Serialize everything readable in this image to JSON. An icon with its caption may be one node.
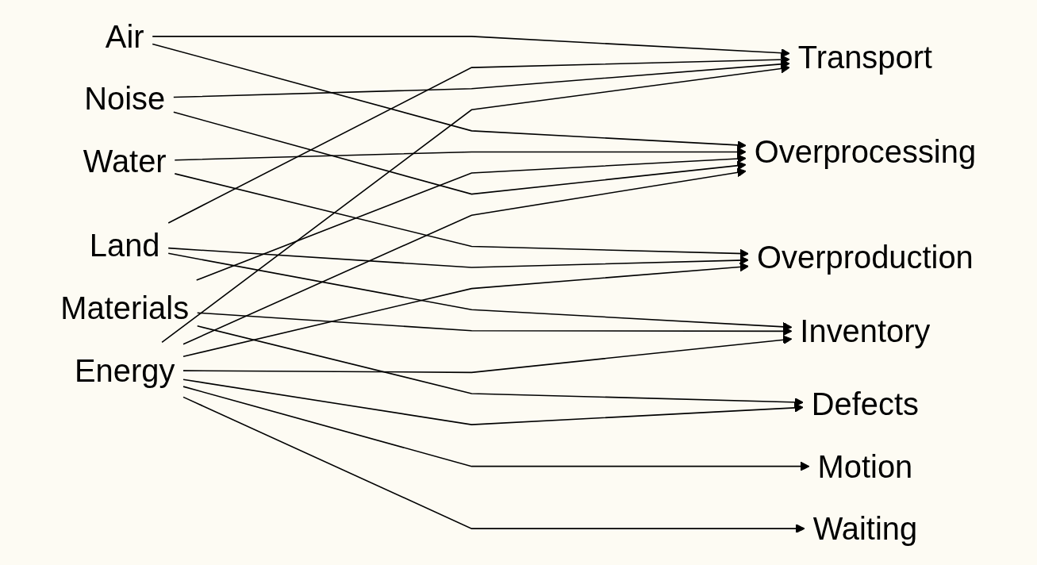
{
  "diagram": {
    "nodes": [
      {
        "text": [
          "Air"
        ]
      },
      {
        "text": [
          "Water"
        ]
      },
      {
        "text": [
          "Land"
        ]
      },
      {
        "text": [
          "Materials"
        ]
      },
      {
        "text": [
          "Noise"
        ]
      },
      {
        "text": [
          "Energy"
        ]
      },
      {
        "text": [
          "Transport"
        ]
      },
      {
        "text": [
          "Inventory"
        ]
      },
      {
        "text": [
          "Motion"
        ]
      },
      {
        "text": [
          "Waiting"
        ]
      },
      {
        "text": [
          "Overproduction"
        ]
      },
      {
        "text": [
          "Overprocessing"
        ]
      },
      {
        "text": [
          "Defects"
        ]
      }
    ],
    "edges": [
      {
        "from": 0,
        "to": 6,
        "arrow": "to"
      },
      {
        "from": 0,
        "to": 11,
        "arrow": "to"
      },
      {
        "from": 1,
        "to": 10,
        "arrow": "to"
      },
      {
        "from": 1,
        "to": 11,
        "arrow": "to"
      },
      {
        "from": 2,
        "to": 6,
        "arrow": "to"
      },
      {
        "from": 2,
        "to": 7,
        "arrow": "to"
      },
      {
        "from": 2,
        "to": 10,
        "arrow": "to"
      },
      {
        "from": 3,
        "to": 7,
        "arrow": "to"
      },
      {
        "from": 3,
        "to": 11,
        "arrow": "to"
      },
      {
        "from": 3,
        "to": 12,
        "arrow": "to"
      },
      {
        "from": 4,
        "to": 6,
        "arrow": "to"
      },
      {
        "from": 4,
        "to": 11,
        "arrow": "to"
      },
      {
        "from": 5,
        "to": 6,
        "arrow": "to"
      },
      {
        "from": 5,
        "to": 7,
        "arrow": "to"
      },
      {
        "from": 5,
        "to": 8,
        "arrow": "to"
      },
      {
        "from": 5,
        "to": 9,
        "arrow": "to"
      },
      {
        "from": 5,
        "to": 10,
        "arrow": "to"
      },
      {
        "from": 5,
        "to": 11,
        "arrow": "to"
      },
      {
        "from": 5,
        "to": 12,
        "arrow": "to"
      }
    ]
  }
}
